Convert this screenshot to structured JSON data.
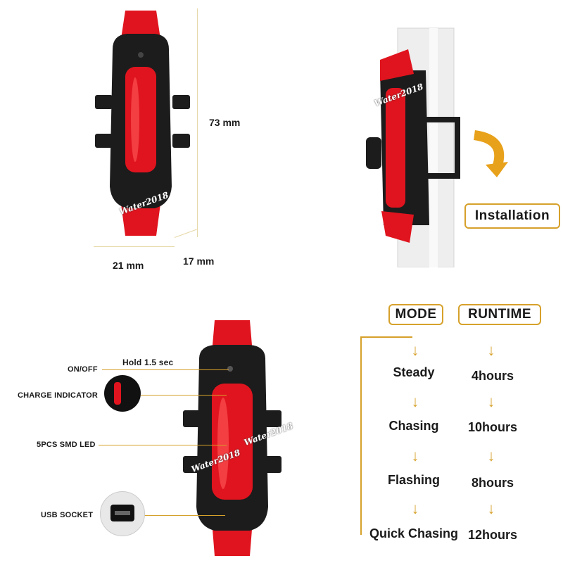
{
  "dimensions": {
    "height": "73 mm",
    "width": "21 mm",
    "depth": "17 mm"
  },
  "installation": {
    "label": "Installation"
  },
  "callouts": {
    "hold": "Hold 1.5 sec",
    "on_off": "ON/OFF",
    "charge_indicator": "CHARGE INDICATOR",
    "led": "5PCS SMD LED",
    "usb": "USB SOCKET"
  },
  "modes_table": {
    "mode_header": "MODE",
    "runtime_header": "RUNTIME",
    "rows": [
      {
        "mode": "Steady",
        "runtime": "4hours"
      },
      {
        "mode": "Chasing",
        "runtime": "10hours"
      },
      {
        "mode": "Flashing",
        "runtime": "8hours"
      },
      {
        "mode": "Quick Chasing",
        "runtime": "12hours"
      }
    ]
  },
  "watermark": "Water2018",
  "colors": {
    "accent": "#d6a12b",
    "lens_red": "#e0141e",
    "body_black": "#1c1c1c"
  }
}
